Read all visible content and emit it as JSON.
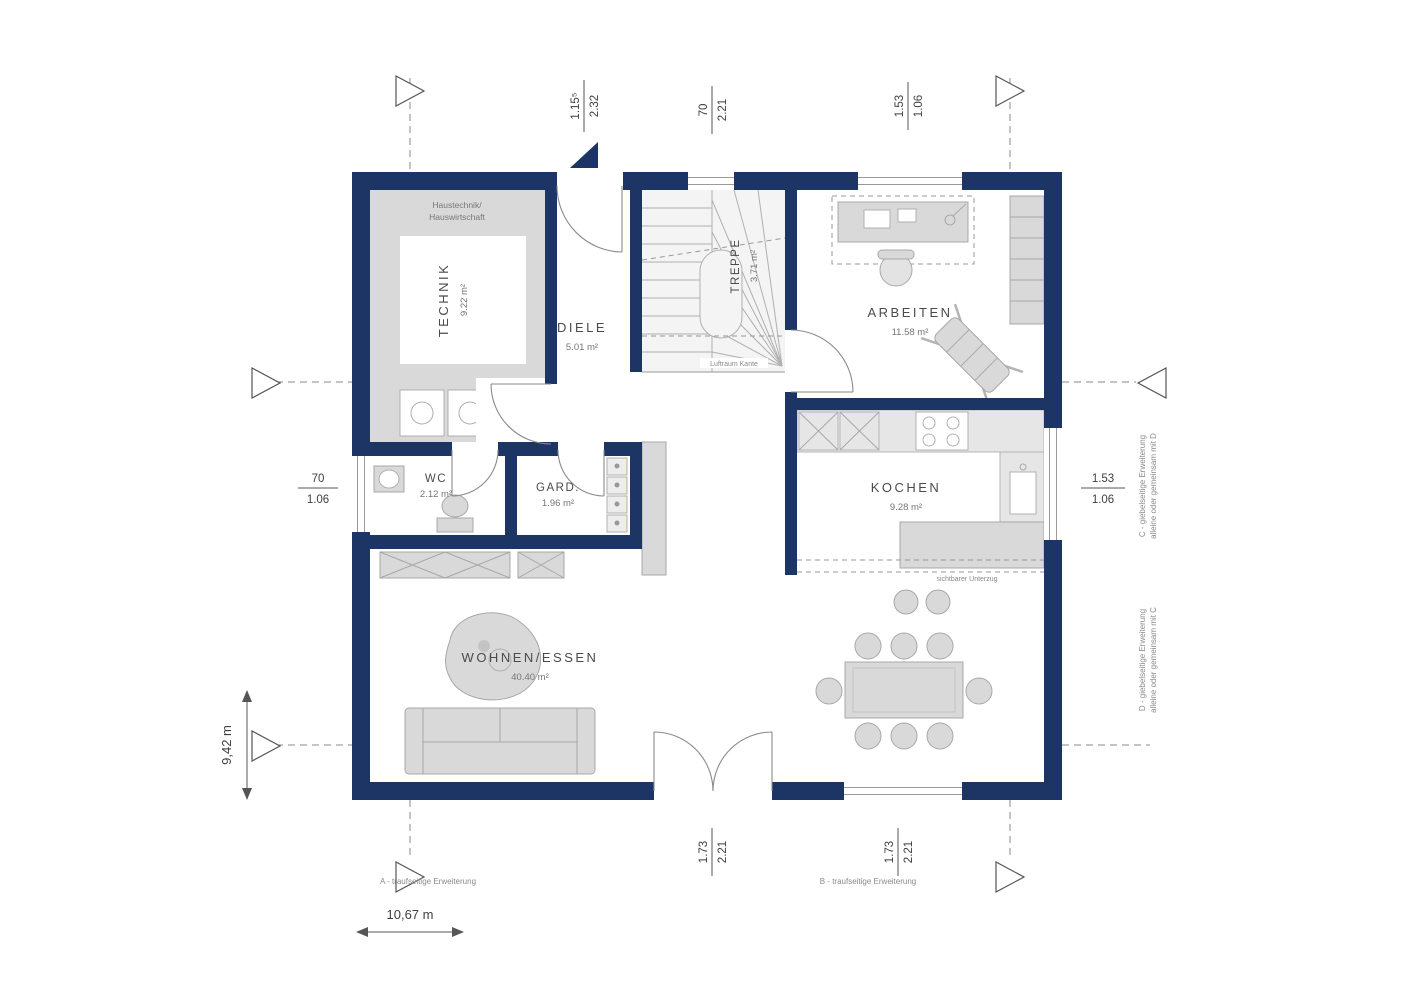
{
  "colors": {
    "wall": "#1c3564",
    "furniture": "#d9d9d9",
    "furniture_stroke": "#a8a8a8",
    "dash": "#8a8a8a",
    "text": "#4a4a4a",
    "text_light": "#757575"
  },
  "rooms": {
    "technik": {
      "name": "TECHNIK",
      "area": "9.22 m²",
      "note1": "Haustechnik/",
      "note2": "Hauswirtschaft"
    },
    "diele": {
      "name": "DIELE",
      "area": "5.01 m²"
    },
    "treppe": {
      "name": "TREPPE",
      "area": "3.71 m²"
    },
    "arbeiten": {
      "name": "ARBEITEN",
      "area": "11.58 m²"
    },
    "wc": {
      "name": "WC",
      "area": "2.12 m²"
    },
    "gard": {
      "name": "GARD.",
      "area": "1.96 m²"
    },
    "kochen": {
      "name": "KOCHEN",
      "area": "9.28 m²"
    },
    "wohnen": {
      "name": "WOHNEN/ESSEN",
      "area": "40.40 m²"
    }
  },
  "notes": {
    "unterzug": "sichtbarer Unterzug",
    "luftraum": "Luftraum Kante"
  },
  "dims": {
    "top_entry": {
      "a": "1.15⁵",
      "b": "2.32"
    },
    "top_treppe": {
      "a": "70",
      "b": "2.21"
    },
    "top_arbeiten": {
      "a": "1.53",
      "b": "1.06"
    },
    "left_wc": {
      "a": "70",
      "b": "1.06"
    },
    "right_kochen": {
      "a": "1.53",
      "b": "1.06"
    },
    "bottom_terrace": {
      "a": "1.73",
      "b": "2.21"
    },
    "bottom_wohnen": {
      "a": "1.73",
      "b": "2.21"
    },
    "total_height": "9,42 m",
    "total_width": "10,67 m"
  },
  "annotations": {
    "a": "A - traufseitige Erweiterung",
    "b": "B - traufseitige Erweiterung",
    "c1": "C - giebelseitige Erweiterung",
    "c2": "alleine oder gemeinsam mit D",
    "d1": "D - giebelseitige Erweiterung",
    "d2": "alleine oder gemeinsam mit C"
  }
}
